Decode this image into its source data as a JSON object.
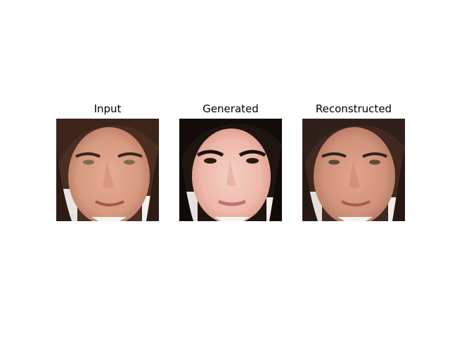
{
  "panels": [
    {
      "title": "Input",
      "image": "face-photo"
    },
    {
      "title": "Generated",
      "image": "face-photo"
    },
    {
      "title": "Reconstructed",
      "image": "face-photo"
    }
  ]
}
